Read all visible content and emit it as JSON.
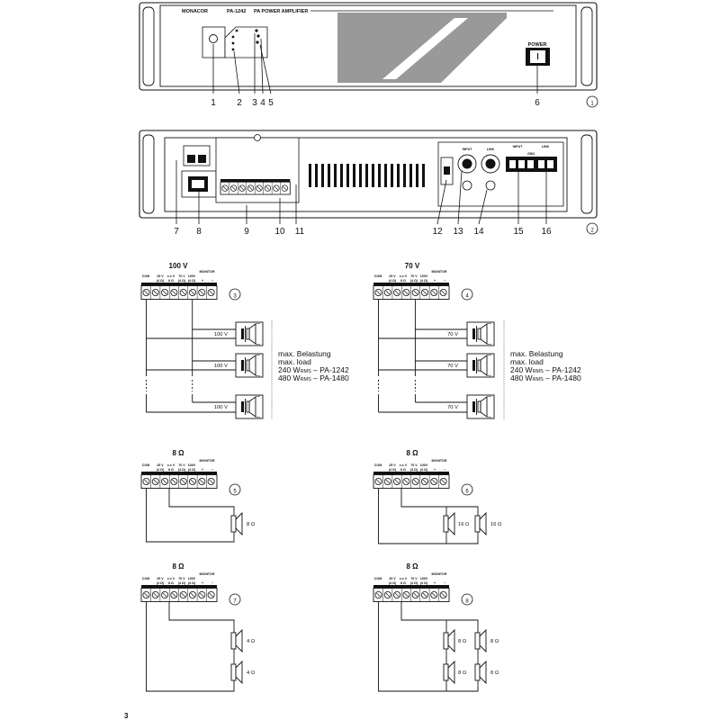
{
  "front_panel": {
    "brand": "MONACOR",
    "model": "PA-1242",
    "title": "PA POWER AMPLIFIER",
    "power_label": "POWER",
    "figure_number": "1",
    "callouts": [
      "1",
      "2",
      "3",
      "4",
      "5",
      "6"
    ]
  },
  "rear_panel": {
    "figure_number": "2",
    "input_label": "INPUT",
    "link_label": "LINK",
    "gnd_label": "GND",
    "callouts": [
      "7",
      "8",
      "9",
      "10",
      "11",
      "12",
      "13",
      "14",
      "15",
      "16"
    ]
  },
  "terminal_labels": {
    "com": "COM",
    "v25": "25 V",
    "v25_sub": "(4 Ω)",
    "v70": "70 V",
    "v70_sub": "(4 Ω)",
    "v100": "100V",
    "v100_sub": "(4 Ω)",
    "monitor": "MONITOR",
    "xv": "x.x V",
    "xv_sub": "8 Ω",
    "plus": "+",
    "minus": "−"
  },
  "diagrams": {
    "d3": {
      "title": "100 V",
      "number": "3",
      "speaker_label": "100 V"
    },
    "d4": {
      "title": "70 V",
      "number": "4",
      "speaker_label": "70 V"
    },
    "d5": {
      "title": "8 Ω",
      "number": "5",
      "speaker_label": "8 Ω"
    },
    "d6": {
      "title": "8 Ω",
      "number": "6",
      "speaker_label": "16 Ω"
    },
    "d7": {
      "title": "8 Ω",
      "number": "7",
      "speaker_label": "4 Ω"
    },
    "d8": {
      "title": "8 Ω",
      "number": "8",
      "speaker_label": "8 Ω"
    }
  },
  "load_note": {
    "line1": "max. Belastung",
    "line2": "max. load",
    "line3a": "240 W",
    "line4a": "480 W",
    "rms": "RMS",
    "line3b": " – PA-1242",
    "line4b": " – PA-1480"
  },
  "page_number": "3"
}
